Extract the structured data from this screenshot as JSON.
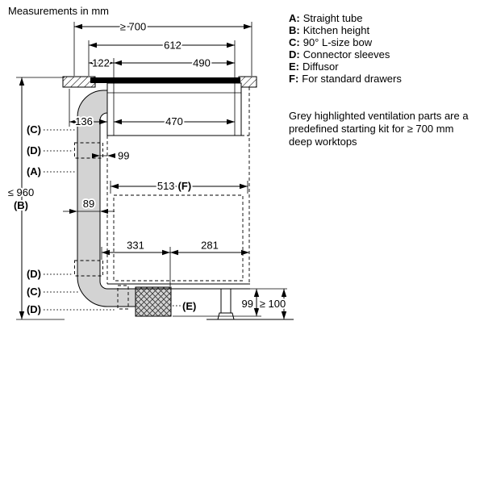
{
  "title": "Measurements in mm",
  "legend": {
    "items": [
      {
        "key": "A:",
        "label": "Straight tube"
      },
      {
        "key": "B:",
        "label": "Kitchen height"
      },
      {
        "key": "C:",
        "label": "90° L-size bow"
      },
      {
        "key": "D:",
        "label": "Connector sleeves"
      },
      {
        "key": "E:",
        "label": "Diffusor"
      },
      {
        "key": "F:",
        "label": "For standard drawers"
      }
    ],
    "note": "Grey highlighted ventilation parts are a predefined starting kit for ≥ 700 mm deep worktops"
  },
  "dims": {
    "total_width": "≥ 700",
    "w612": "612",
    "w122": "122",
    "w490": "490",
    "w136": "136",
    "w470": "470",
    "d99_top": "99",
    "w513": "513",
    "w513_ref": "(F)",
    "duct89": "89",
    "w331": "331",
    "w281": "281",
    "h960": "≤ 960",
    "h960_ref": "(B)",
    "h99_bottom": "99",
    "plinth": "≥ 100"
  },
  "parts": {
    "c1": "(C)",
    "d1": "(D)",
    "a": "(A)",
    "d2": "(D)",
    "c2": "(C)",
    "d3": "(D)",
    "e": "(E)"
  },
  "colors": {
    "duct": "#d3d3d3"
  }
}
